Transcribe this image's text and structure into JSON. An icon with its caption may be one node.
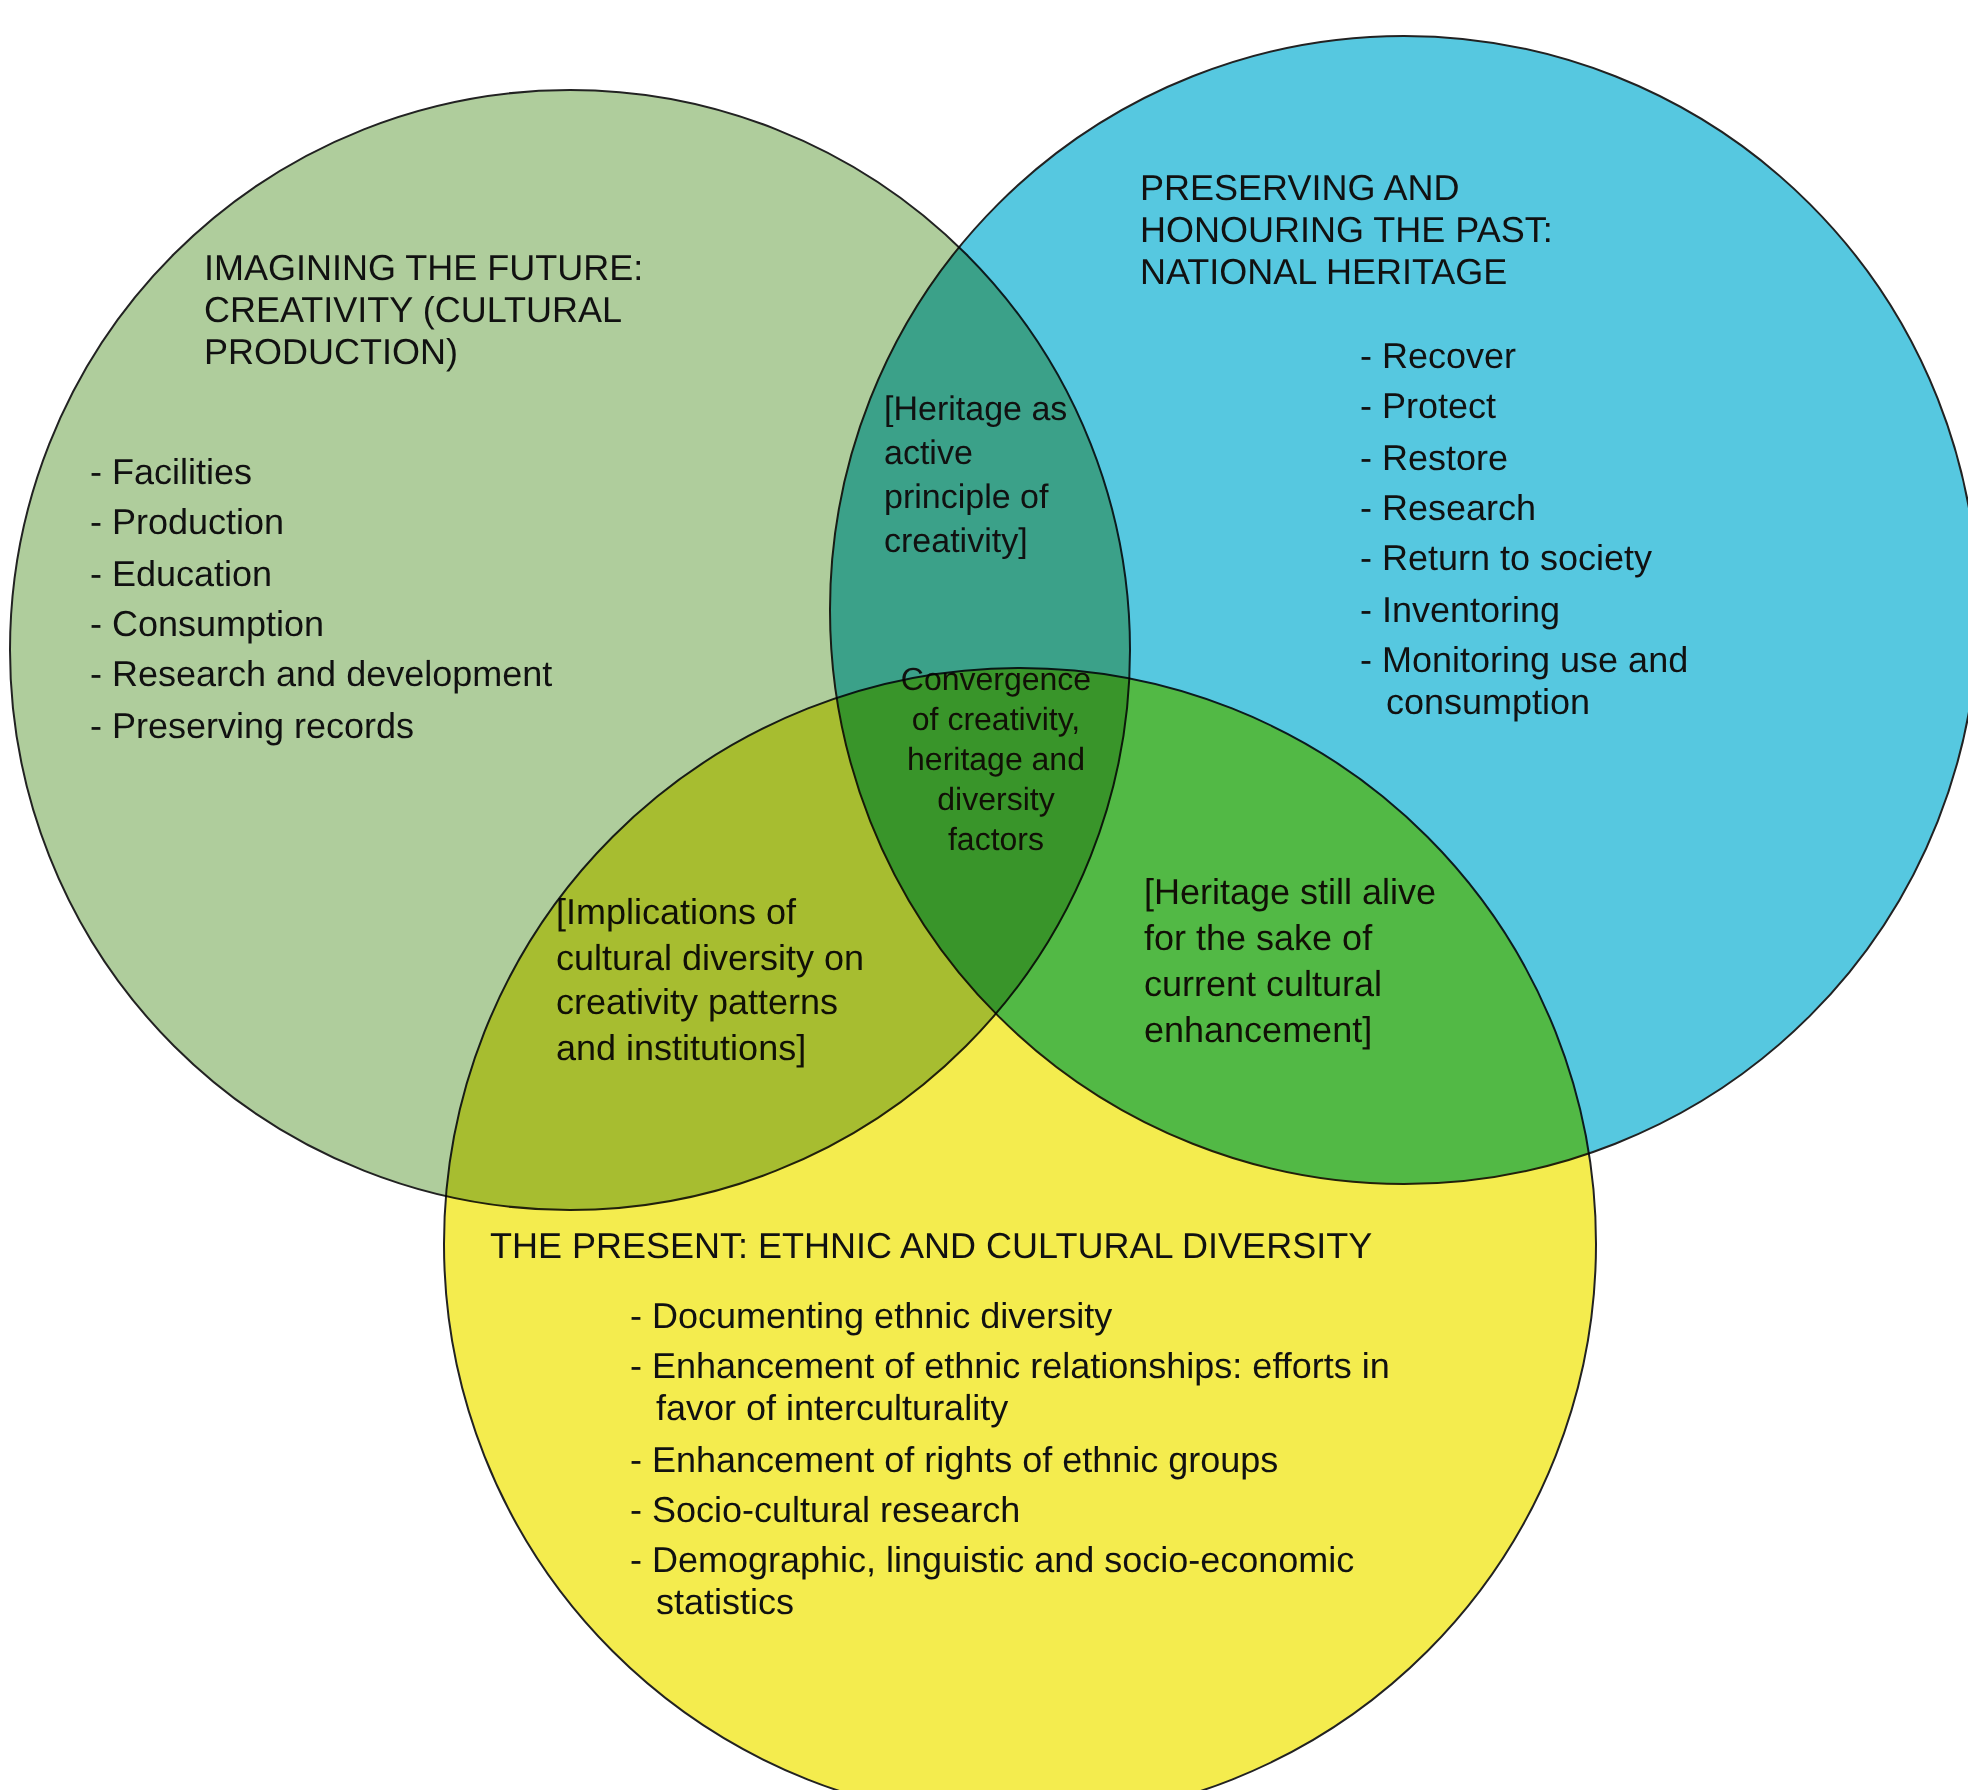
{
  "diagram": {
    "nodes": [
      {
        "text": [
          "IMAGINING THE FUTURE: CREATIVITY (CULTURAL PRODUCTION)",
          "- Facilities",
          "- Production",
          "- Education",
          "- Consumption",
          "- Research and development",
          "- Preserving records"
        ]
      },
      {
        "text": [
          "PRESERVING AND HONOURING THE PAST: NATIONAL HERITAGE",
          "- Recover",
          "- Protect",
          "- Restore",
          "- Research",
          "- Return to society",
          "- Inventoring",
          "- Monitoring use and consumption"
        ]
      },
      {
        "text": [
          "[Heritage as active principle of creativity]"
        ]
      },
      {
        "text": [
          "Convergence of creativity, heritage and diversity factors"
        ]
      },
      {
        "text": [
          "[Implications of cultural diversity on creativity patterns and institutions]"
        ]
      },
      {
        "text": [
          "[Heritage still alive for the sake of current cultural enhancement]"
        ]
      },
      {
        "text": [
          "THE PRESENT:  ETHNIC AND CULTURAL DIVERSITY",
          "- Documenting ethnic diversity",
          "- Enhancement of ethnic relationships: efforts in favor of interculturality",
          "- Enhancement of rights of ethnic groups",
          "- Socio-cultural research",
          "- Demographic, linguistic and socio-economic statistics"
        ]
      }
    ]
  }
}
